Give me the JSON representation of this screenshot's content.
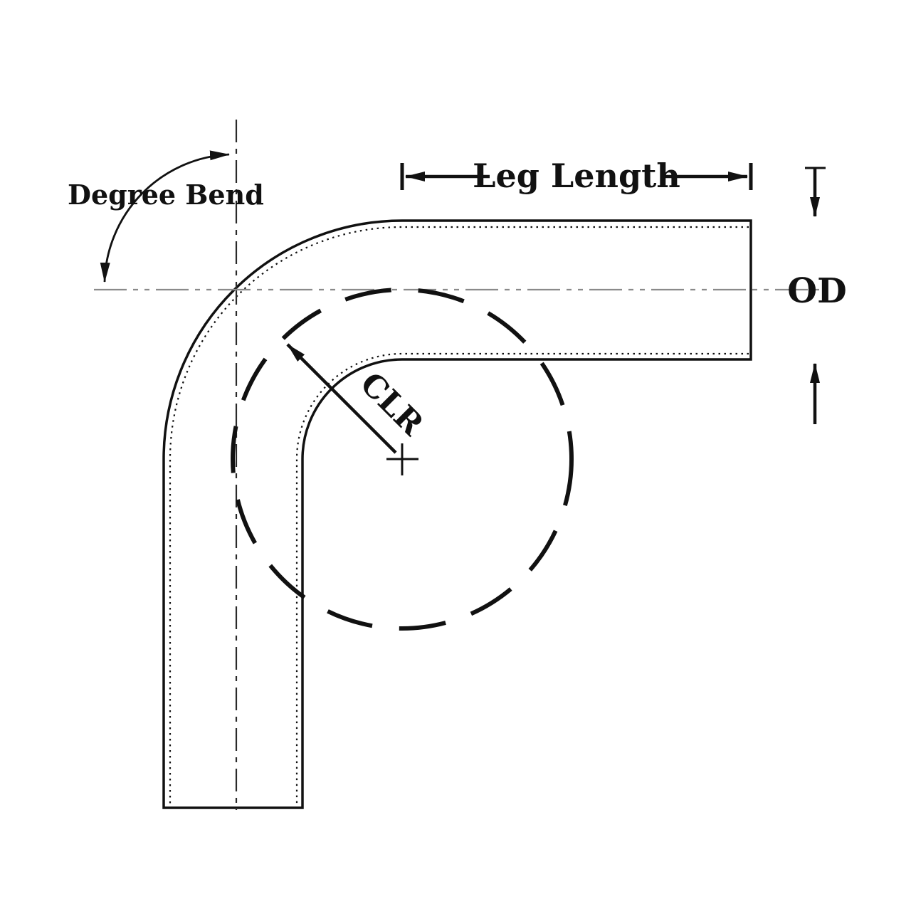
{
  "diagram": {
    "type": "pipe-bend-dimension-diagram",
    "labels": {
      "degree_bend": "Degree Bend",
      "leg_length": "Leg Length",
      "od": "OD",
      "clr": "CLR"
    },
    "colors": {
      "ink": "#111111",
      "background": "#ffffff",
      "centerline_horizontal": "#8a8a8a",
      "centerline_vertical": "#2a2a2a"
    }
  }
}
